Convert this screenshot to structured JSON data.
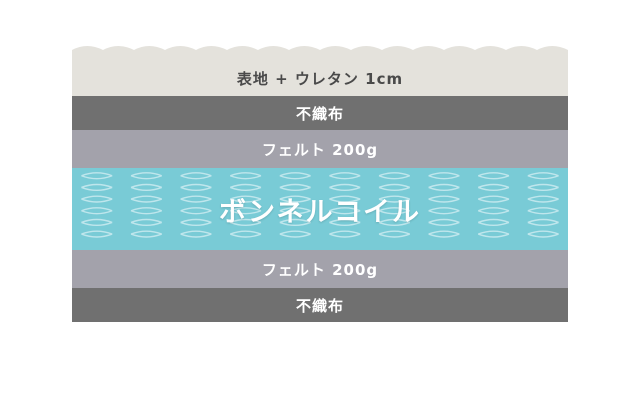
{
  "layers": {
    "surface": "表地 + ウレタン 1cm",
    "nonwoven_top": "不織布",
    "felt_top": "フェルト 200g",
    "coil": "ボンネルコイル",
    "felt_bottom": "フェルト 200g",
    "nonwoven_bottom": "不織布"
  },
  "colors": {
    "surface": "#e4e2dc",
    "nonwoven": "#707070",
    "felt": "#a3a2ab",
    "coil": "#79cbd6",
    "spring_line": "#bfe6ec"
  }
}
